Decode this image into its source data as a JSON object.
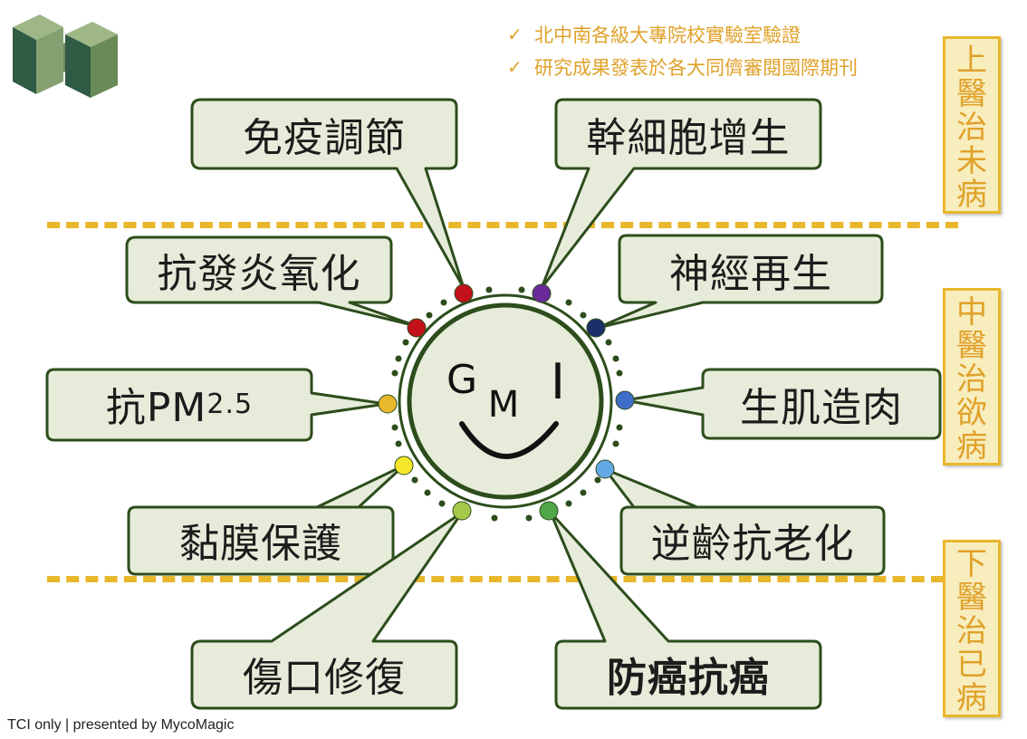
{
  "checks": [
    "北中南各級大專院校實驗室驗證",
    "研究成果發表於各大同儕審閱國際期刊"
  ],
  "tiers": [
    {
      "chars": [
        "上",
        "醫",
        "治",
        "未",
        "病"
      ]
    },
    {
      "chars": [
        "中",
        "醫",
        "治",
        "欲",
        "病"
      ]
    },
    {
      "chars": [
        "下",
        "醫",
        "治",
        "已",
        "病"
      ]
    }
  ],
  "callouts": {
    "immune": "免疫調節",
    "stem_cell": "幹細胞增生",
    "anti_inflammation": "抗發炎氧化",
    "nerve": "神經再生",
    "pm25_prefix": "抗PM",
    "pm25_sub": "2.5",
    "muscle": "生肌造肉",
    "mucosa": "黏膜保護",
    "anti_aging": "逆齡抗老化",
    "wound": "傷口修復",
    "cancer": "防癌抗癌"
  },
  "center_logo": {
    "letters": [
      "G",
      "M",
      "I"
    ]
  },
  "dot_colors": {
    "red": "#c3111b",
    "purple": "#6a2a9a",
    "navy": "#1d2f6b",
    "blue": "#3f6ec9",
    "light_blue": "#62a9e6",
    "green": "#4fa74a",
    "yellow_green": "#a4c94a",
    "yellow": "#f5e62a",
    "gold": "#e8b72c"
  },
  "footer": "TCI only | presented by MycoMagic"
}
